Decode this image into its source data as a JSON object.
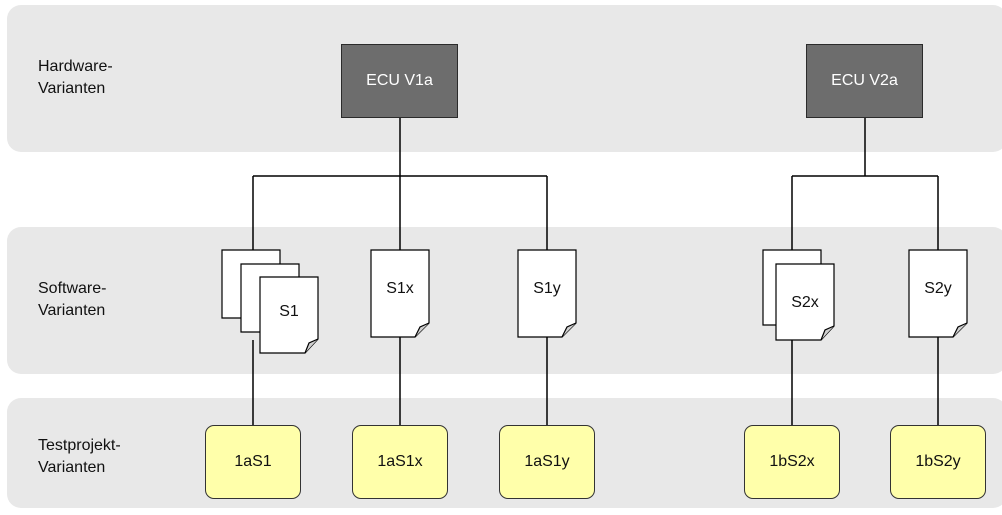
{
  "rows": {
    "hardware": "Hardware-\nVarianten",
    "software": "Software-\nVarianten",
    "testproject": "Testprojekt-\nVarianten"
  },
  "ecus": {
    "v1a": "ECU V1a",
    "v2a": "ECU V2a"
  },
  "software": {
    "s1": "S1",
    "s1x": "S1x",
    "s1y": "S1y",
    "s2x": "S2x",
    "s2y": "S2y"
  },
  "testprojects": {
    "t1aS1": "1aS1",
    "t1aS1x": "1aS1x",
    "t1aS1y": "1aS1y",
    "t1bS2x": "1bS2x",
    "t1bS2y": "1bS2y"
  },
  "colors": {
    "band": "#e8e8e8",
    "ecu": "#6d6d6d",
    "testproject": "#ffffaa"
  }
}
